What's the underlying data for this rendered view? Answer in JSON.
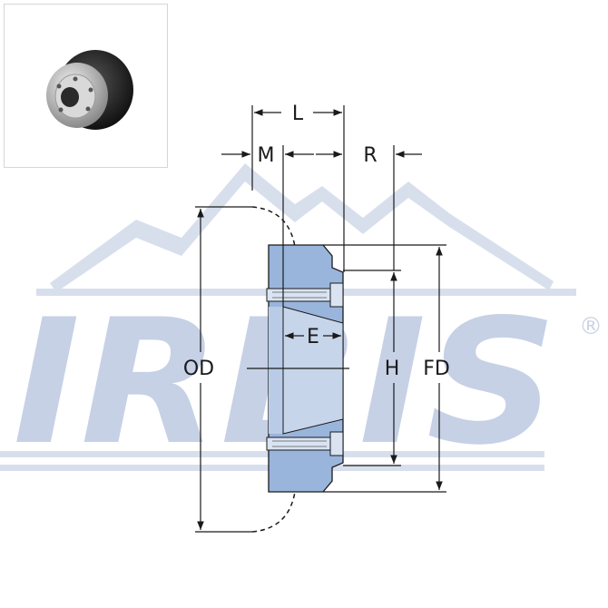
{
  "watermark": {
    "brand": "IRBIS",
    "registered_mark": "®",
    "color": "#c6d1e6"
  },
  "drawing": {
    "part_fill": "#9ab5dc",
    "line_color": "#1a1a1a",
    "labels": {
      "L": "L",
      "M": "M",
      "R": "R",
      "E": "E",
      "OD": "OD",
      "H": "H",
      "FD": "FD"
    }
  }
}
